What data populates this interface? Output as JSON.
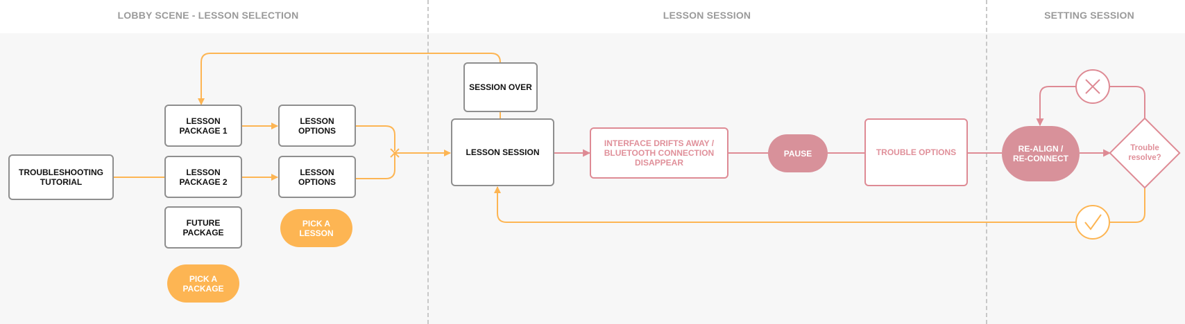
{
  "colors": {
    "orange": "#fdb553",
    "pink": "#de8a94",
    "gray": "#8e8e8e",
    "band": "#f7f7f7"
  },
  "headers": {
    "lobby": "LOBBY SCENE - LESSON SELECTION",
    "lesson": "LESSON SESSION",
    "setting": "SETTING SESSION"
  },
  "nodes": {
    "troubleshooting": "TROUBLESHOOTING\nTUTORIAL",
    "package1": "LESSON\nPACKAGE 1",
    "package2": "LESSON\nPACKAGE 2",
    "future": "FUTURE\nPACKAGE",
    "pick_package": "PICK A\nPACKAGE",
    "options1": "LESSON\nOPTIONS",
    "options2": "LESSON\nOPTIONS",
    "pick_lesson": "PICK A\nLESSON",
    "session_over": "SESSION OVER",
    "lesson_session": "LESSON SESSION",
    "interface_drifts": "INTERFACE DRIFTS AWAY /\nBLUETOOTH CONNECTION\nDISAPPEAR",
    "pause": "PAUSE",
    "trouble_options": "TROUBLE OPTIONS",
    "realign": "RE-ALIGN /\nRE-CONNECT",
    "decision": "Trouble\nresolve?"
  },
  "icons": {
    "fail": "x-circle-icon",
    "success": "check-circle-icon"
  }
}
